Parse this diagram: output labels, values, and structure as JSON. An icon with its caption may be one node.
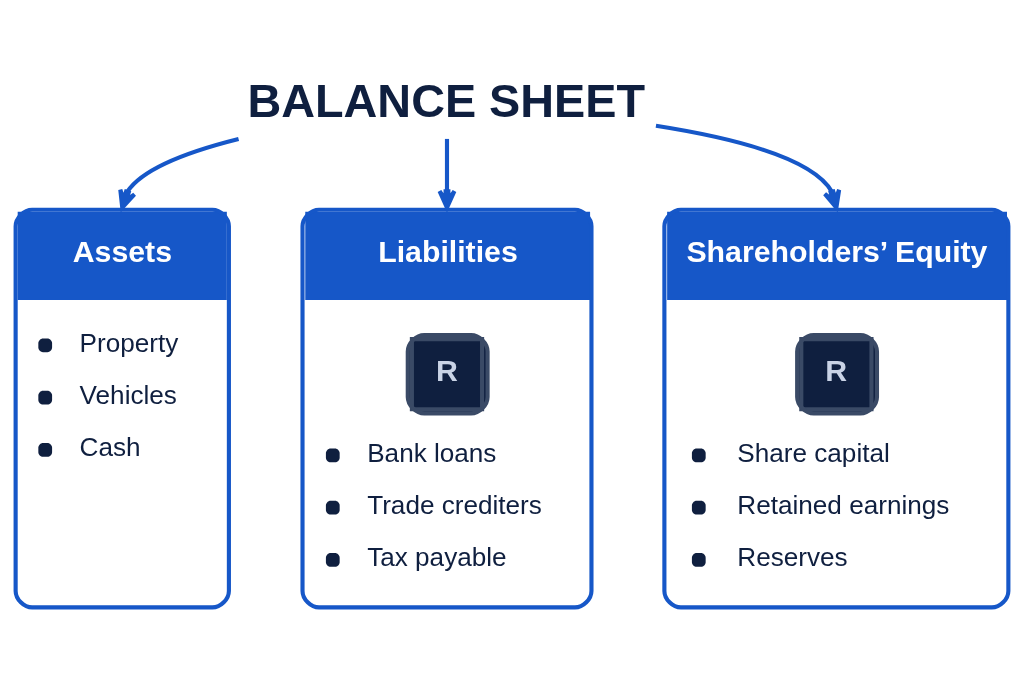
{
  "diagram": {
    "nodes": [
      {
        "text": [
          "BALANCE SHEET"
        ]
      },
      {
        "text": [
          "Assets",
          "Property",
          "Vehicles",
          "Cash"
        ]
      },
      {
        "text": [
          "Liabilities",
          "R",
          "Bank loans",
          "Trade crediters",
          "Tax payable"
        ]
      },
      {
        "text": [
          "Shareholders’ Equity",
          "R",
          "Share capital",
          "Retained earnings",
          "Reserves"
        ]
      }
    ],
    "edges": [
      {
        "from": 0,
        "to": 1,
        "arrow": "to"
      },
      {
        "from": 0,
        "to": 2,
        "arrow": "to"
      },
      {
        "from": 0,
        "to": 3,
        "arrow": "to"
      }
    ]
  }
}
